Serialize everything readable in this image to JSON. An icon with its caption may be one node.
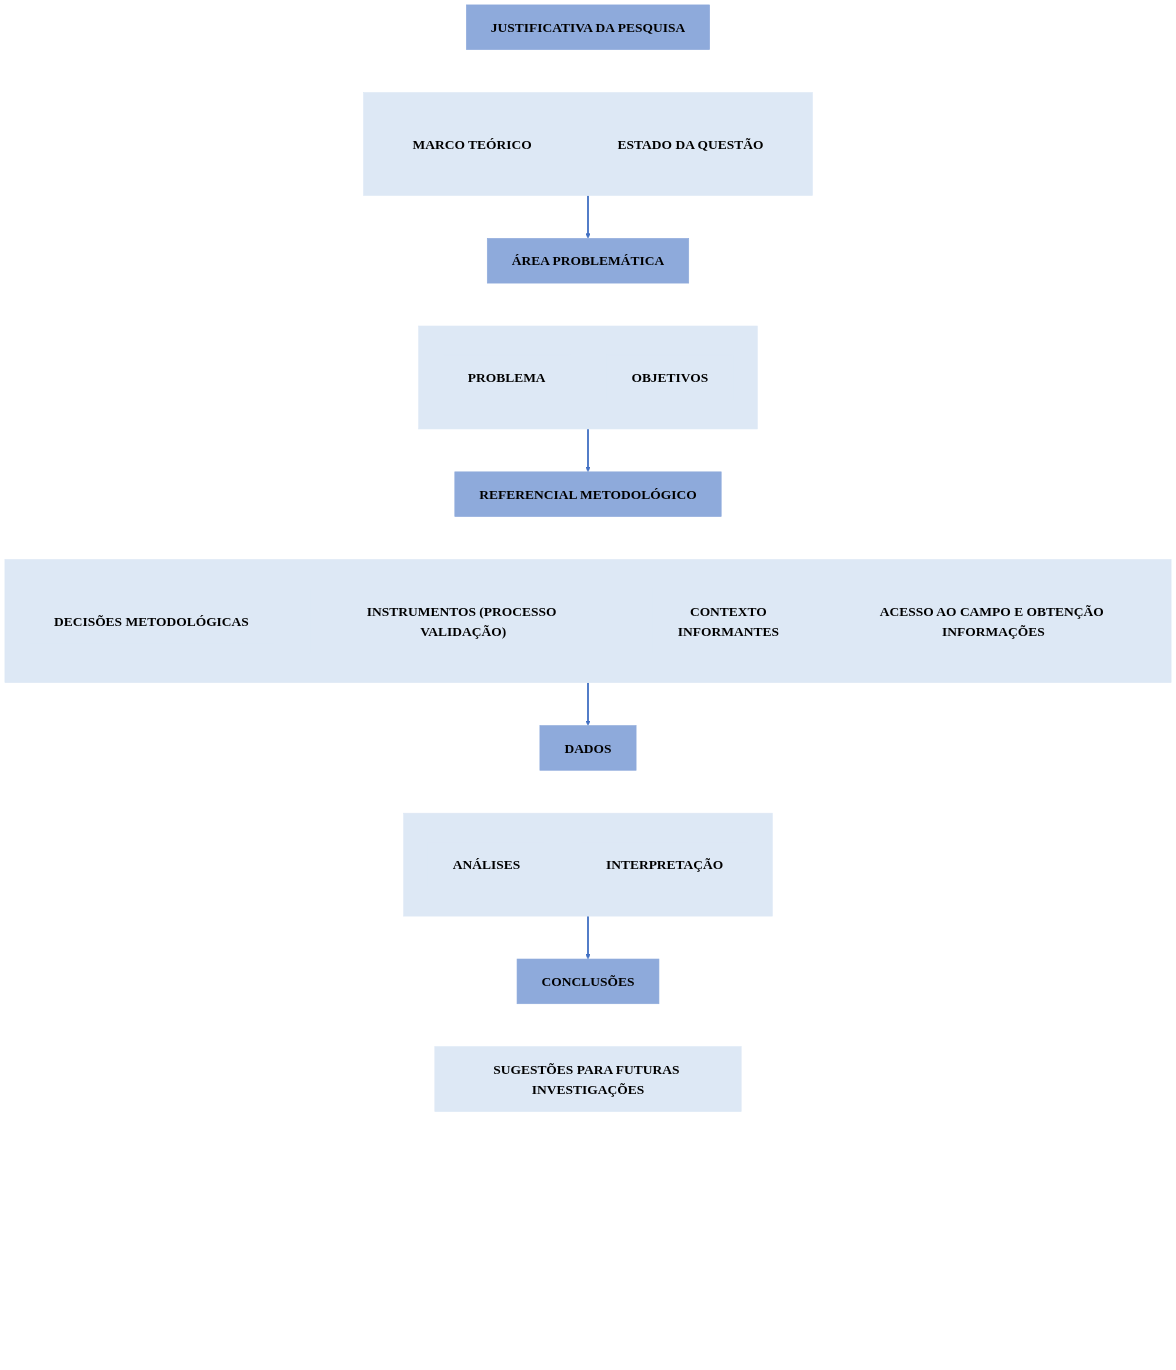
{
  "diagram": {
    "nodes": [
      {
        "text": [
          "JUSTIFICATIVA DA PESQUISA"
        ]
      },
      {
        "text": [],
        "shape": "bar"
      },
      {
        "text": [
          "MARCO TEÓRICO"
        ],
        "in": 1
      },
      {
        "text": [
          "ESTADO DA QUESTÃO"
        ],
        "in": 1
      },
      {
        "text": [
          "ÁREA PROBLEMÁTICA"
        ]
      },
      {
        "text": [],
        "shape": "bar"
      },
      {
        "text": [
          "PROBLEMA"
        ],
        "in": 5
      },
      {
        "text": [
          "OBJETIVOS"
        ],
        "in": 5
      },
      {
        "text": [
          "REFERENCIAL METODOLÓGICO"
        ]
      },
      {
        "text": [],
        "shape": "bar"
      },
      {
        "text": [
          "DECISÕES METODOLÓGICAS"
        ],
        "in": 9
      },
      {
        "text": [
          "INSTRUMENTOS (PROCESSO VALIDAÇÃO)"
        ],
        "in": 9
      },
      {
        "text": [
          "CONTEXTO",
          "INFORMANTES"
        ],
        "in": 9
      },
      {
        "text": [
          "ACESSO AO CAMPO E OBTENÇÃO INFORMAÇÕES"
        ],
        "in": 9
      },
      {
        "text": [
          "DADOS"
        ]
      },
      {
        "text": [],
        "shape": "bar"
      },
      {
        "text": [
          "ANÁLISES"
        ],
        "in": 15
      },
      {
        "text": [
          "INTERPRETAÇÃO"
        ],
        "in": 15
      },
      {
        "text": [
          "CONCLUSÕES"
        ]
      },
      {
        "text": [
          "SUGESTÕES PARA FUTURAS INVESTIGAÇÕES"
        ]
      }
    ],
    "edges": [
      {
        "from": 1,
        "to": 4,
        "arrow": "to"
      },
      {
        "from": 5,
        "to": 8,
        "arrow": "to"
      },
      {
        "from": 9,
        "to": 14,
        "arrow": "to"
      },
      {
        "from": 15,
        "to": 18,
        "arrow": "to"
      }
    ]
  }
}
